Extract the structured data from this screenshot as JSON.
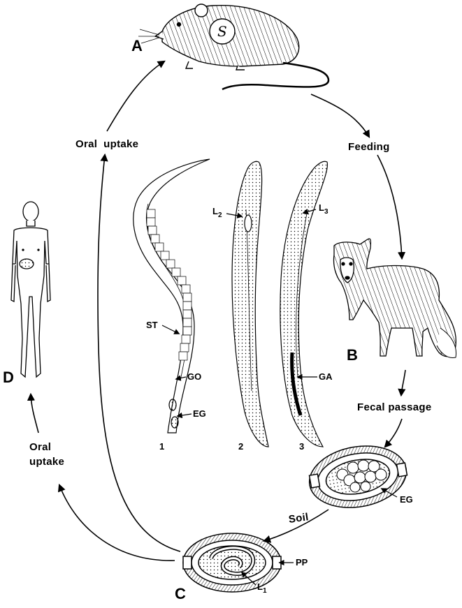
{
  "stages": {
    "rodent": "A",
    "fox": "B",
    "egg_in_soil": "C",
    "human": "D"
  },
  "arrows": {
    "feeding": "Feeding",
    "fecal_passage": "Fecal passage",
    "soil": "Soil",
    "oral_uptake_top": "Oral  uptake",
    "oral_uptake_bottom_line1": "Oral",
    "oral_uptake_bottom_line2": "uptake"
  },
  "labels": {
    "st": "ST",
    "go": "GO",
    "eg_worm": "EG",
    "l2_main": "L",
    "l2_sub": "2",
    "l3_main": "L",
    "l3_sub": "3",
    "ga": "GA",
    "eg_egg": "EG",
    "pp": "PP",
    "l1_main": "L",
    "l1_sub": "1"
  },
  "panels": {
    "one": "1",
    "two": "2",
    "three": "3"
  }
}
